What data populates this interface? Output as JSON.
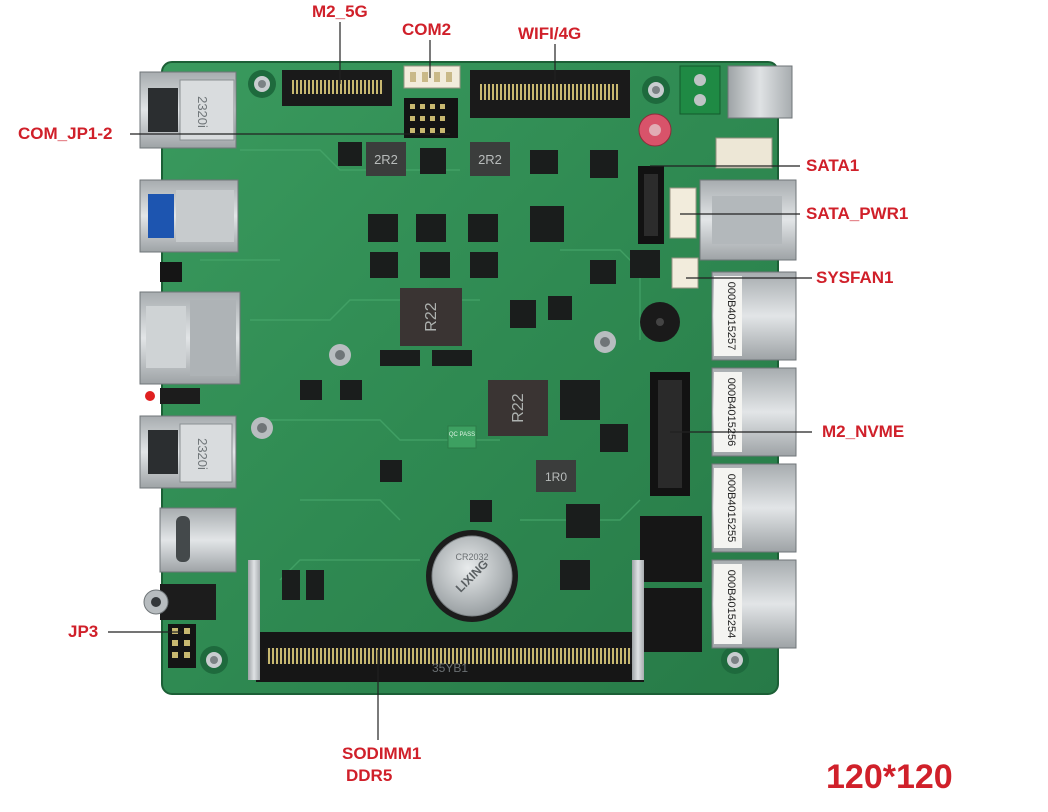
{
  "labels": {
    "m2_5g": "M2_5G",
    "com2": "COM2",
    "wifi_4g": "WIFI/4G",
    "com_jp1_2": "COM_JP1-2",
    "sata1": "SATA1",
    "sata_pwr1": "SATA_PWR1",
    "sysfan1": "SYSFAN1",
    "m2_nvme": "M2_NVME",
    "jp3": "JP3",
    "sodimm1": "SODIMM1",
    "ddr5": "DDR5"
  },
  "dimensions": "120*120",
  "board_text": {
    "inductor_top_left": "2R2",
    "inductor_top_right": "2R2",
    "inductor_mid": "R22",
    "inductor_lower": "R22",
    "inductor_small": "1R0",
    "usb_top": "2320i",
    "usb_lower": "2320i",
    "battery_text": "LIXING",
    "battery_model": "CR2032",
    "lan_1": "000B4015257",
    "lan_2": "000B4015256",
    "lan_3": "000B4015255",
    "lan_4": "000B4015254",
    "sodimm_mark": "35YB1",
    "qc_pass": "QC PASS"
  },
  "colors": {
    "accent": "#d0202a",
    "pcb": "#2f8a52",
    "pcb_dark": "#1f6b3c",
    "metal": "#c9cdd0",
    "chip": "#1a1d1c"
  }
}
